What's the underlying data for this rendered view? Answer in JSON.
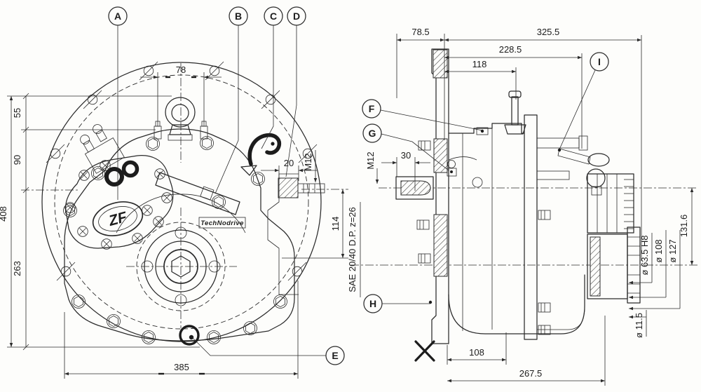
{
  "drawing": {
    "brand_zf": "ZF",
    "brand_technodrive": "TechNodrive",
    "callouts": {
      "a": "A",
      "b": "B",
      "c": "C",
      "d": "D",
      "e": "E",
      "f": "F",
      "g": "G",
      "h": "H",
      "i": "I",
      "x": "X"
    },
    "front": {
      "d78": "78",
      "d55": "55",
      "d90": "90",
      "d263": "263",
      "d408": "408",
      "d385": "385",
      "d20": "20",
      "m12": "M12",
      "d114": "114"
    },
    "side": {
      "d78_5": "78.5",
      "d325_5": "325.5",
      "d228_5": "228.5",
      "d118": "118",
      "m12": "M12",
      "d30": "30",
      "spline": "SAE 20/40 D.P. z=26",
      "d108": "108",
      "d267_5": "267.5",
      "d131_6": "131.6",
      "dia63": "ø 63.5  H8",
      "dia108": "ø 108",
      "dia127": "ø 127",
      "dia11": "ø 11.5"
    }
  }
}
